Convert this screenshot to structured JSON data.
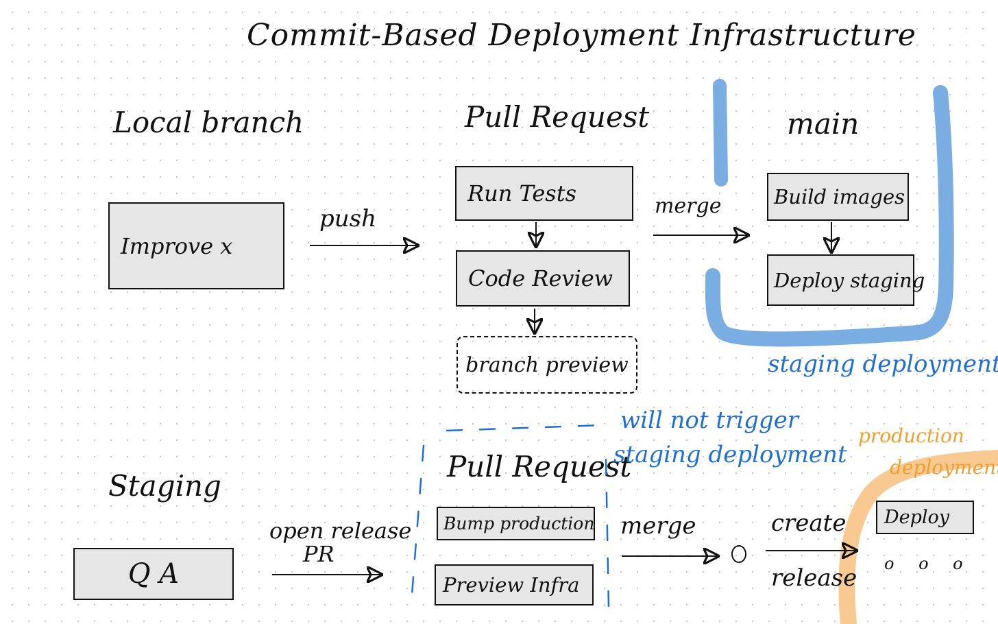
{
  "title": "Commit-Based Deployment Infrastructure",
  "headers": {
    "local_branch": "Local branch",
    "pull_request": "Pull Request",
    "main": "main",
    "staging": "Staging",
    "pull_request_2": "Pull Request"
  },
  "boxes": {
    "improve_x": "Improve x",
    "run_tests": "Run Tests",
    "code_review": "Code Review",
    "branch_preview": "branch preview",
    "build_images": "Build images",
    "deploy_staging": "Deploy staging",
    "qa": "Q A",
    "bump_production": "Bump production",
    "preview_infra": "Preview Infra",
    "deploy": "Deploy"
  },
  "edge_labels": {
    "push": "push",
    "merge": "merge",
    "open_release_line1": "open release",
    "open_release_line2": "PR",
    "merge_2": "merge",
    "create": "create",
    "release": "release",
    "ellipsis": "o o o"
  },
  "annotations": {
    "staging_deployment": "staging deployment",
    "will_not_trigger_line1": "will not trigger",
    "will_not_trigger_line2": "staging deployment",
    "production_line1": "production",
    "production_line2": "deployment"
  },
  "colors": {
    "box_fill": "#e6e6e6",
    "staging_highlight": "#7aaee3",
    "annotation_blue": "#1f6fd1",
    "production_highlight": "#f8c990",
    "production_text": "#f0a030"
  }
}
